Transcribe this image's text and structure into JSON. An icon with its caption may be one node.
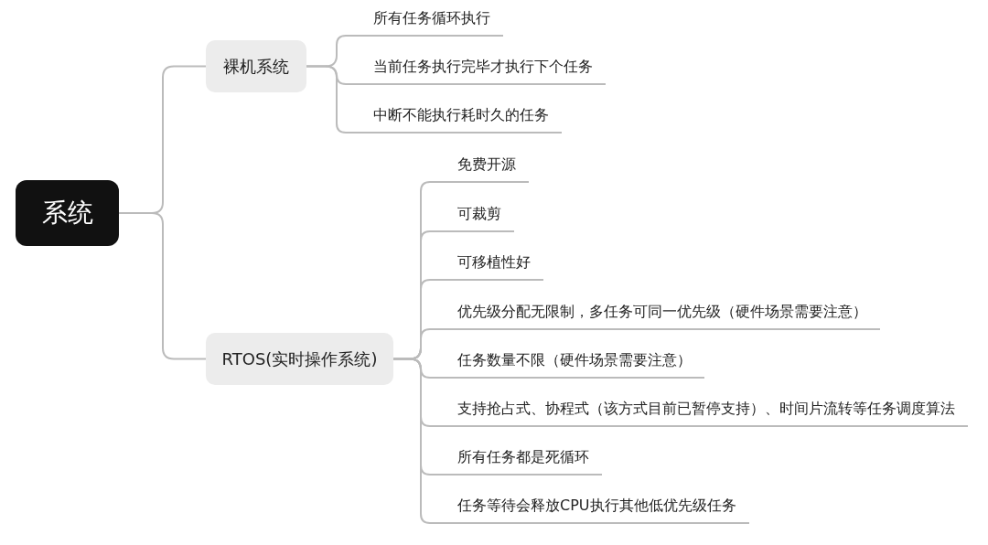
{
  "diagram": {
    "nodes": [
      {
        "text": [
          "系统"
        ]
      },
      {
        "text": [
          "裸机系统"
        ]
      },
      {
        "text": [
          "所有任务循环执行"
        ]
      },
      {
        "text": [
          "当前任务执行完毕才执行下个任务"
        ]
      },
      {
        "text": [
          "中断不能执行耗时久的任务"
        ]
      },
      {
        "text": [
          "RTOS(实时操作系统)"
        ]
      },
      {
        "text": [
          "免费开源"
        ]
      },
      {
        "text": [
          "可裁剪"
        ]
      },
      {
        "text": [
          "可移植性好"
        ]
      },
      {
        "text": [
          "优先级分配无限制，多任务可同一优先级（硬件场景需要注意）"
        ]
      },
      {
        "text": [
          "任务数量不限（硬件场景需要注意）"
        ]
      },
      {
        "text": [
          "支持抢占式、协程式（该方式目前已暂停支持）、时间片流转等任务调度算法"
        ]
      },
      {
        "text": [
          "所有任务都是死循环"
        ]
      },
      {
        "text": [
          "任务等待会释放CPU执行其他低优先级任务"
        ]
      }
    ],
    "edges": [
      {
        "from": 0,
        "to": 1,
        "arrow": "none"
      },
      {
        "from": 0,
        "to": 5,
        "arrow": "none"
      },
      {
        "from": 1,
        "to": 2,
        "arrow": "none"
      },
      {
        "from": 1,
        "to": 3,
        "arrow": "none"
      },
      {
        "from": 1,
        "to": 4,
        "arrow": "none"
      },
      {
        "from": 5,
        "to": 6,
        "arrow": "none"
      },
      {
        "from": 5,
        "to": 7,
        "arrow": "none"
      },
      {
        "from": 5,
        "to": 8,
        "arrow": "none"
      },
      {
        "from": 5,
        "to": 9,
        "arrow": "none"
      },
      {
        "from": 5,
        "to": 10,
        "arrow": "none"
      },
      {
        "from": 5,
        "to": 11,
        "arrow": "none"
      },
      {
        "from": 5,
        "to": 12,
        "arrow": "none"
      },
      {
        "from": 5,
        "to": 13,
        "arrow": "none"
      }
    ]
  }
}
